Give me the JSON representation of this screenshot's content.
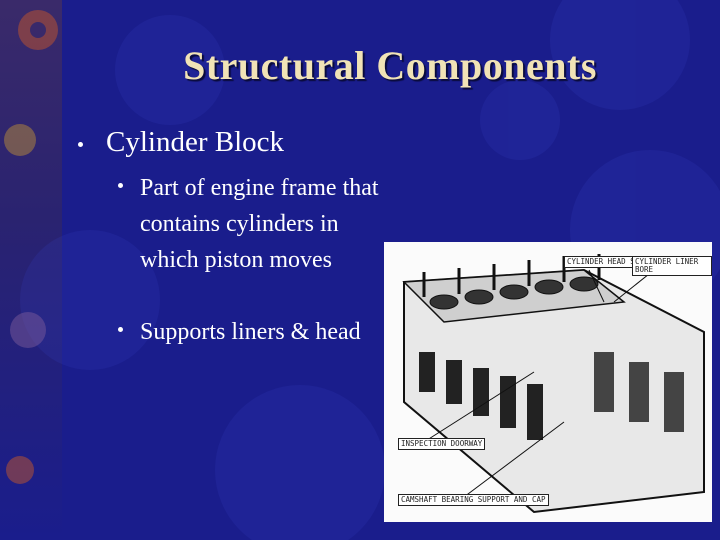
{
  "slide": {
    "title": "Structural Components",
    "bullets": [
      {
        "text": "Cylinder Block",
        "sub_bullets": [
          "Part of engine frame that contains cylinders in which piston moves",
          "Supports liners & head"
        ]
      }
    ]
  },
  "figure": {
    "callouts": {
      "head_stud": "CYLINDER HEAD STUD",
      "liner_bore": "CYLINDER LINER BORE",
      "inspection": "INSPECTION DOORWAY",
      "camshaft": "CAMSHAFT BEARING SUPPORT AND CAP"
    }
  },
  "colors": {
    "background": "#1a1d8c",
    "title": "#f1e3b6",
    "text": "#ffffff"
  }
}
